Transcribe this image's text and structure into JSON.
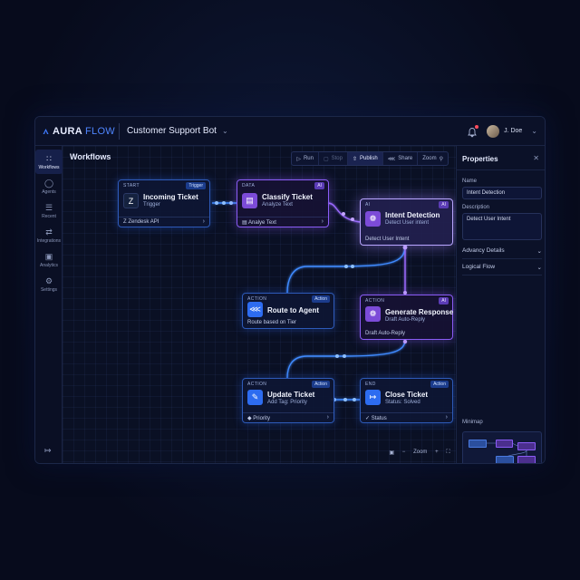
{
  "app": {
    "brand": "AURA",
    "brand_suffix": "FLOW",
    "project": "Customer Support Bot",
    "user": "J. Doe"
  },
  "sidebar": {
    "items": [
      {
        "label": "Workflows",
        "icon": "nodes-icon"
      },
      {
        "label": "Agents",
        "icon": "person-icon"
      },
      {
        "label": "Recent",
        "icon": "database-icon"
      },
      {
        "label": "Integrations",
        "icon": "plug-icon"
      },
      {
        "label": "Analytics",
        "icon": "chart-icon"
      },
      {
        "label": "Settings",
        "icon": "gear-icon"
      }
    ]
  },
  "canvas": {
    "title": "Workflows",
    "toolbar": {
      "run": "Run",
      "stop": "Stop",
      "publish": "Publish",
      "share": "Share",
      "zoom": "Zoom"
    },
    "zoom_label": "Zoom"
  },
  "nodes": {
    "incoming": {
      "kind": "START",
      "badge": "Trigger",
      "title": "Incoming Ticket",
      "sub": "Trigger",
      "foot": "Zendesk API"
    },
    "classify": {
      "kind": "DATA",
      "badge": "AI",
      "title": "Classify Ticket",
      "sub": "Analyze Text",
      "foot": "Analye Text"
    },
    "intent": {
      "kind": "AI",
      "badge": "AI",
      "title": "Intent Detection",
      "sub": "Detect User intent",
      "foot": "Detect User Intent"
    },
    "route": {
      "kind": "ACTION",
      "badge": "Action",
      "title": "Route to Agent",
      "sub": "",
      "foot": "Route based on Tier"
    },
    "generate": {
      "kind": "ACTION",
      "badge": "AI",
      "title": "Generate Response",
      "sub": "Draft Auto-Reply",
      "foot": "Draft Auto-Reply"
    },
    "update": {
      "kind": "ACTION",
      "badge": "Action",
      "title": "Update Ticket",
      "sub": "Add Tag: Priority",
      "foot": "Priority"
    },
    "close": {
      "kind": "END",
      "badge": "Action",
      "title": "Close Ticket",
      "sub": "Status: Solved",
      "foot": "Status"
    }
  },
  "properties": {
    "title": "Properties",
    "name_label": "Name",
    "name_value": "Intent Detection",
    "desc_label": "Description",
    "desc_value": "Detect User Intent",
    "section1": "Advancy Details",
    "section2": "Logical Flow",
    "minimap_label": "Minimap"
  },
  "colors": {
    "accent_blue": "#2d6cf0",
    "accent_purple": "#8b5cf6",
    "background": "#0a1024"
  }
}
